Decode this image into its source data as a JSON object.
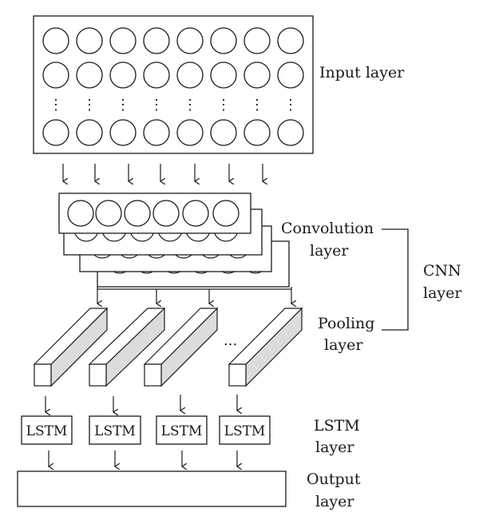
{
  "labels": {
    "input_layer": "Input layer",
    "convolution_layer_line1": "Convolution",
    "convolution_layer_line2": "layer",
    "pooling_layer_line1": "Pooling",
    "pooling_layer_line2": "layer",
    "cnn_layer_line1": "CNN",
    "cnn_layer_line2": "layer",
    "lstm_layer_line1": "LSTM",
    "lstm_layer_line2": "layer",
    "output_layer_line1": "Output",
    "output_layer_line2": "layer"
  },
  "lstm_cells": [
    "LSTM",
    "LSTM",
    "LSTM",
    "LSTM"
  ],
  "pooling_ellipsis": "...",
  "input_ellipsis": "⋮"
}
